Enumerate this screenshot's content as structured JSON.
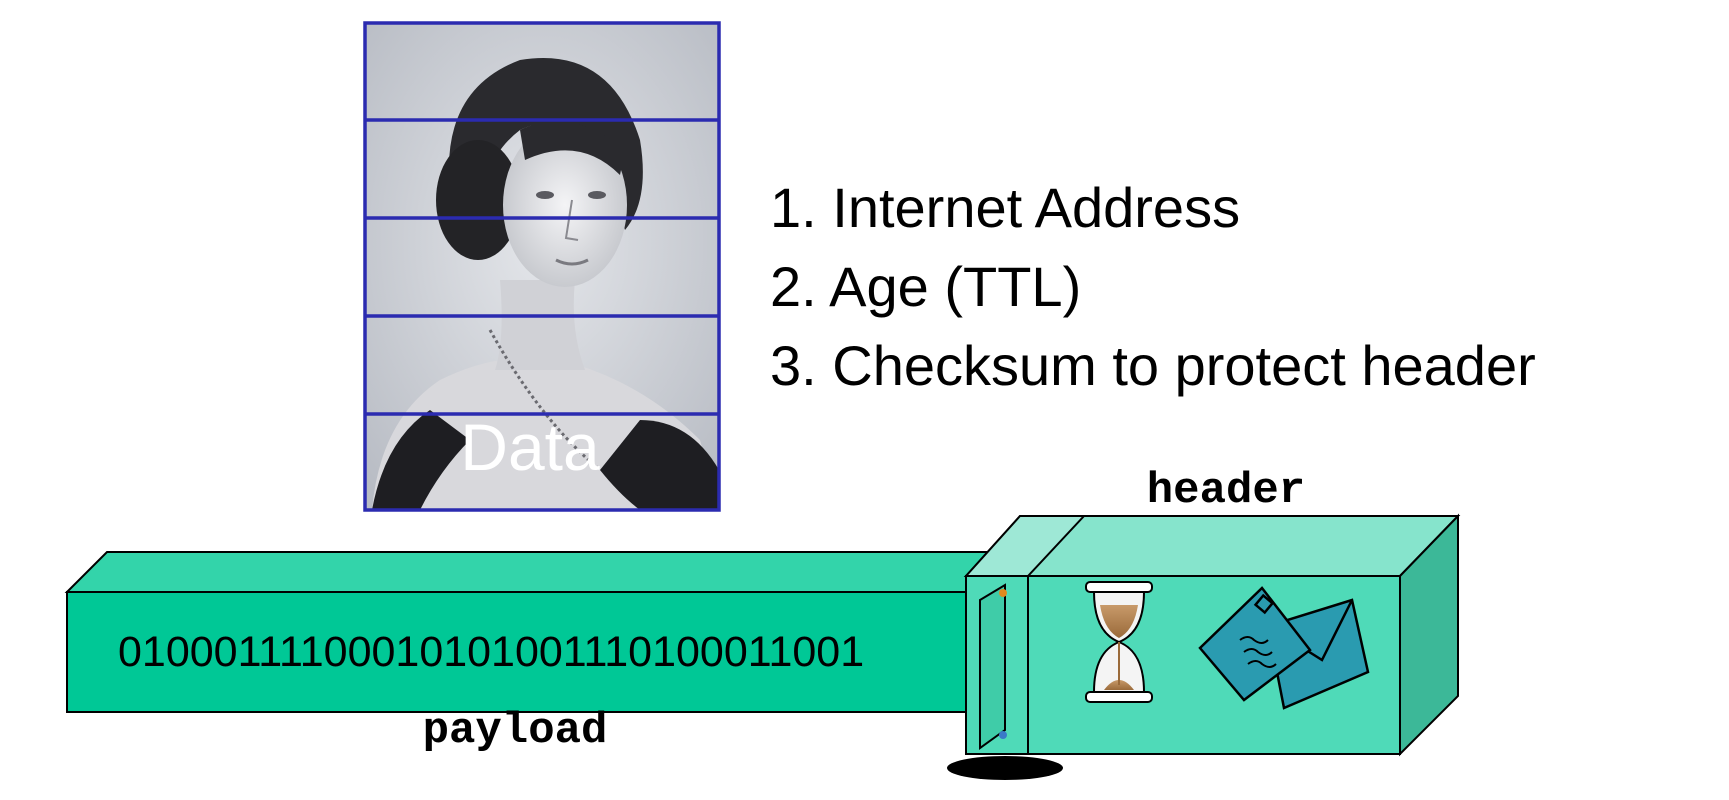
{
  "photo": {
    "caption": "Data",
    "slices": 5
  },
  "header_fields": [
    "1. Internet Address",
    "2. Age (TTL)",
    "3. Checksum to protect header"
  ],
  "packet": {
    "payload_bits": "01000111100010101001110100011001",
    "payload_label": "payload",
    "header_label": "header"
  },
  "colors": {
    "payload_face": "#00c896",
    "payload_top": "#33d4aa",
    "header_face": "#4fdab8",
    "header_side": "#3cb898",
    "slice_lines": "#2b2bb0",
    "envelope": "#2a9bb0"
  }
}
